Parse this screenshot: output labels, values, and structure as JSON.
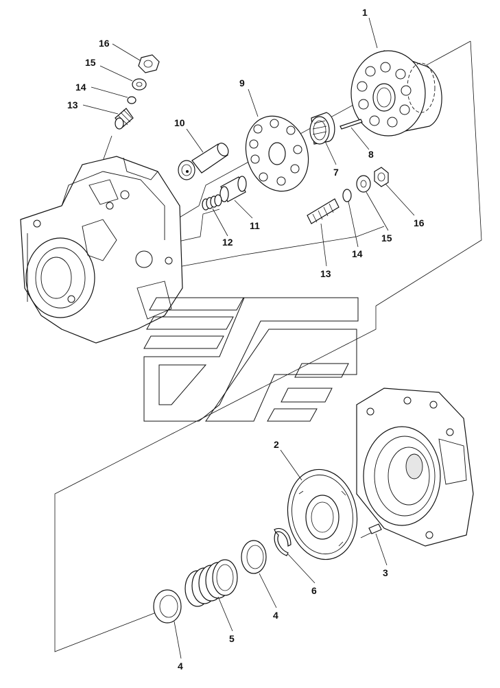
{
  "callouts": [
    {
      "id": "c1",
      "text": "1"
    },
    {
      "id": "c2",
      "text": "2"
    },
    {
      "id": "c3",
      "text": "3"
    },
    {
      "id": "c4a",
      "text": "4"
    },
    {
      "id": "c4b",
      "text": "4"
    },
    {
      "id": "c5",
      "text": "5"
    },
    {
      "id": "c6",
      "text": "6"
    },
    {
      "id": "c7",
      "text": "7"
    },
    {
      "id": "c8",
      "text": "8"
    },
    {
      "id": "c9",
      "text": "9"
    },
    {
      "id": "c10",
      "text": "10"
    },
    {
      "id": "c11",
      "text": "11"
    },
    {
      "id": "c12",
      "text": "12"
    },
    {
      "id": "c13a",
      "text": "13"
    },
    {
      "id": "c13b",
      "text": "13"
    },
    {
      "id": "c14a",
      "text": "14"
    },
    {
      "id": "c14b",
      "text": "14"
    },
    {
      "id": "c15a",
      "text": "15"
    },
    {
      "id": "c15b",
      "text": "15"
    },
    {
      "id": "c16a",
      "text": "16"
    },
    {
      "id": "c16b",
      "text": "16"
    }
  ]
}
